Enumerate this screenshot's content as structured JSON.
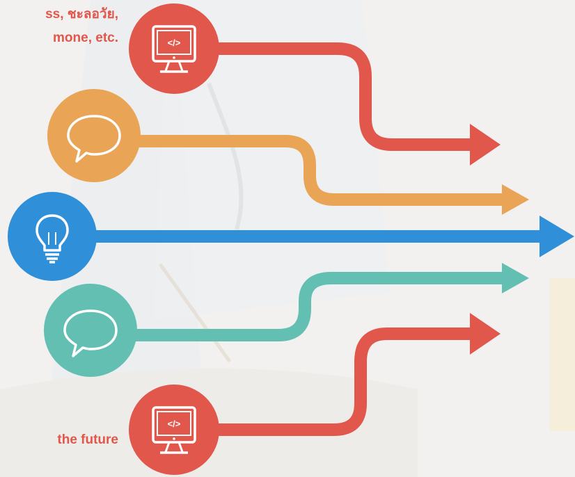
{
  "captions": {
    "top_line_1": "ss, ชะลอวัย,",
    "top_line_2": "mone, etc.",
    "bottom": "the future"
  },
  "colors": {
    "red": "#e2574c",
    "orange": "#e9a456",
    "blue": "#2f8fd8",
    "teal": "#64bfb3",
    "white": "#ffffff"
  },
  "arrows": [
    {
      "id": "arrow-red-top",
      "color": "#e2574c",
      "icon": "monitor-code-icon",
      "icon_text": "</>"
    },
    {
      "id": "arrow-orange",
      "color": "#e9a456",
      "icon": "speech-bubble-icon"
    },
    {
      "id": "arrow-blue",
      "color": "#2f8fd8",
      "icon": "lightbulb-icon"
    },
    {
      "id": "arrow-teal",
      "color": "#64bfb3",
      "icon": "speech-bubble-icon"
    },
    {
      "id": "arrow-red-bottom",
      "color": "#e2574c",
      "icon": "monitor-code-icon",
      "icon_text": "</>"
    }
  ]
}
